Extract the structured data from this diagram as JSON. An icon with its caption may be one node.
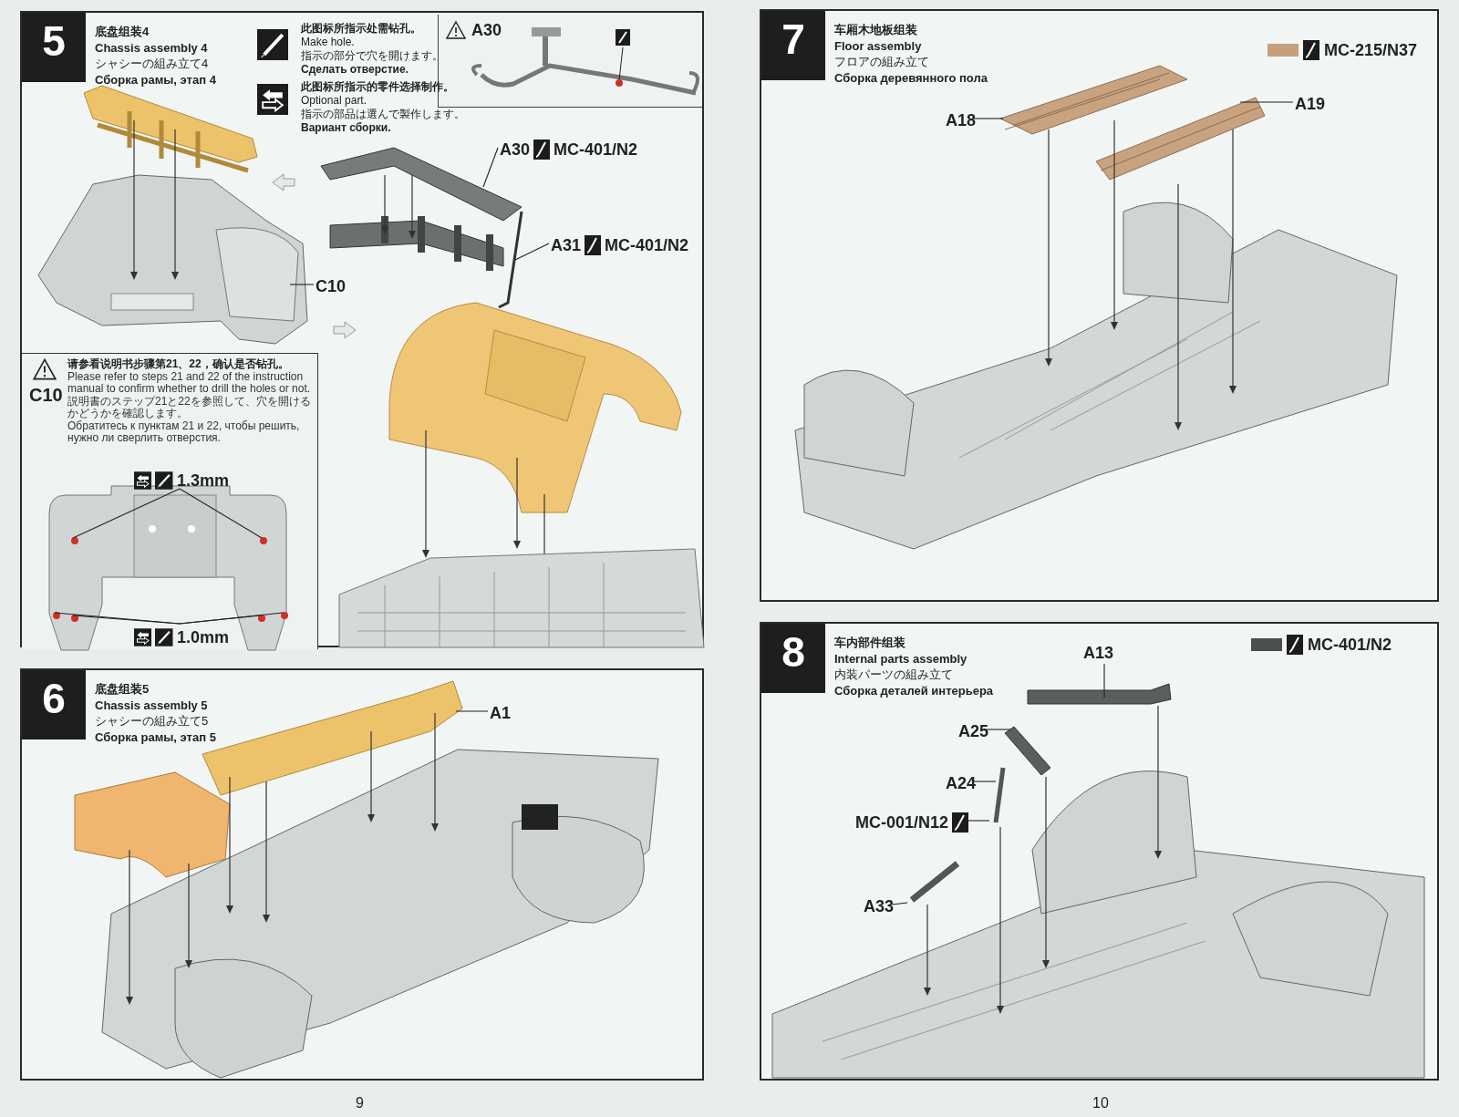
{
  "diagram": {
    "nodes": [
      {
        "text": [
          "5",
          "底盘组装4",
          "Chassis assembly 4",
          "シャシーの組み立て4",
          "Сборка рамы, этап 4"
        ]
      },
      {
        "text": [
          "A30"
        ],
        "in": 0
      },
      {
        "text": [
          "A30",
          "MC-401/N2"
        ],
        "in": 0
      },
      {
        "text": [
          "A31",
          "MC-401/N2"
        ],
        "in": 0
      },
      {
        "text": [
          "C10"
        ],
        "in": 0
      },
      {
        "text": [
          "C10",
          "请参看说明书步骤第21、22，确认是否钻孔。",
          "Please refer to steps 21 and 22 of the instruction manual to confirm whether to drill the holes or not.",
          "説明書のステップ21と22を参照して、穴を開けるかどうかを確認します。",
          "Обратитесь к пунктам 21 и 22, чтобы решить, нужно ли сверлить отверстия."
        ],
        "in": 0
      },
      {
        "text": [
          "1.3mm"
        ],
        "in": 5
      },
      {
        "text": [
          "1.0mm"
        ],
        "in": 5
      },
      {
        "text": [
          "6",
          "底盘组装5",
          "Chassis assembly 5",
          "シャシーの組み立て5",
          "Сборка рамы, этап 5"
        ]
      },
      {
        "text": [
          "A1"
        ],
        "in": 8
      },
      {
        "text": [
          "7",
          "车厢木地板组装",
          "Floor assembly",
          "フロアの組み立て",
          "Сборка деревянного пола"
        ]
      },
      {
        "text": [
          "A18"
        ],
        "in": 10
      },
      {
        "text": [
          "A19"
        ],
        "in": 10
      },
      {
        "text": [
          "8",
          "车内部件组装",
          "Internal parts assembly",
          "内装パーツの組み立て",
          "Сборка деталей интерьера"
        ]
      },
      {
        "text": [
          "A13"
        ],
        "in": 13
      },
      {
        "text": [
          "A25"
        ],
        "in": 13
      },
      {
        "text": [
          "A24"
        ],
        "in": 13
      },
      {
        "text": [
          "MC-001/N12"
        ],
        "in": 13
      },
      {
        "text": [
          "A33"
        ],
        "in": 13
      }
    ],
    "edges": [
      {
        "from": 2,
        "to": null,
        "arrow": "none"
      },
      {
        "from": 3,
        "to": null,
        "arrow": "none"
      },
      {
        "from": 4,
        "to": null,
        "arrow": "none"
      },
      {
        "from": 6,
        "to": null,
        "arrow": "none"
      },
      {
        "from": 6,
        "to": null,
        "arrow": "none"
      },
      {
        "from": 7,
        "to": null,
        "arrow": "none"
      },
      {
        "from": 7,
        "to": null,
        "arrow": "none"
      },
      {
        "from": 7,
        "to": null,
        "arrow": "none"
      },
      {
        "from": 7,
        "to": null,
        "arrow": "none"
      },
      {
        "from": 9,
        "to": null,
        "arrow": "none"
      },
      {
        "from": 11,
        "to": null,
        "arrow": "none"
      },
      {
        "from": 12,
        "to": null,
        "arrow": "none"
      },
      {
        "from": 14,
        "to": null,
        "arrow": "none"
      },
      {
        "from": 15,
        "to": null,
        "arrow": "none"
      },
      {
        "from": 16,
        "to": null,
        "arrow": "none"
      },
      {
        "from": 17,
        "to": null,
        "arrow": "none"
      },
      {
        "from": 18,
        "to": null,
        "arrow": "none"
      }
    ],
    "labels": [
      "此图标所指示处需钻孔。",
      "Make hole.",
      "指示の部分で穴を開けます。",
      "Сделать отверстие.",
      "此图标所指示的零件选择制作。",
      "Optional part.",
      "指示の部品は選んで製作します。",
      "Вариант сборки.",
      "9",
      "10"
    ],
    "legend": [
      {
        "text": "MC-215/N37",
        "color": "#c4a07e"
      },
      {
        "text": "MC-401/N2",
        "color": "#4b504e"
      }
    ]
  }
}
